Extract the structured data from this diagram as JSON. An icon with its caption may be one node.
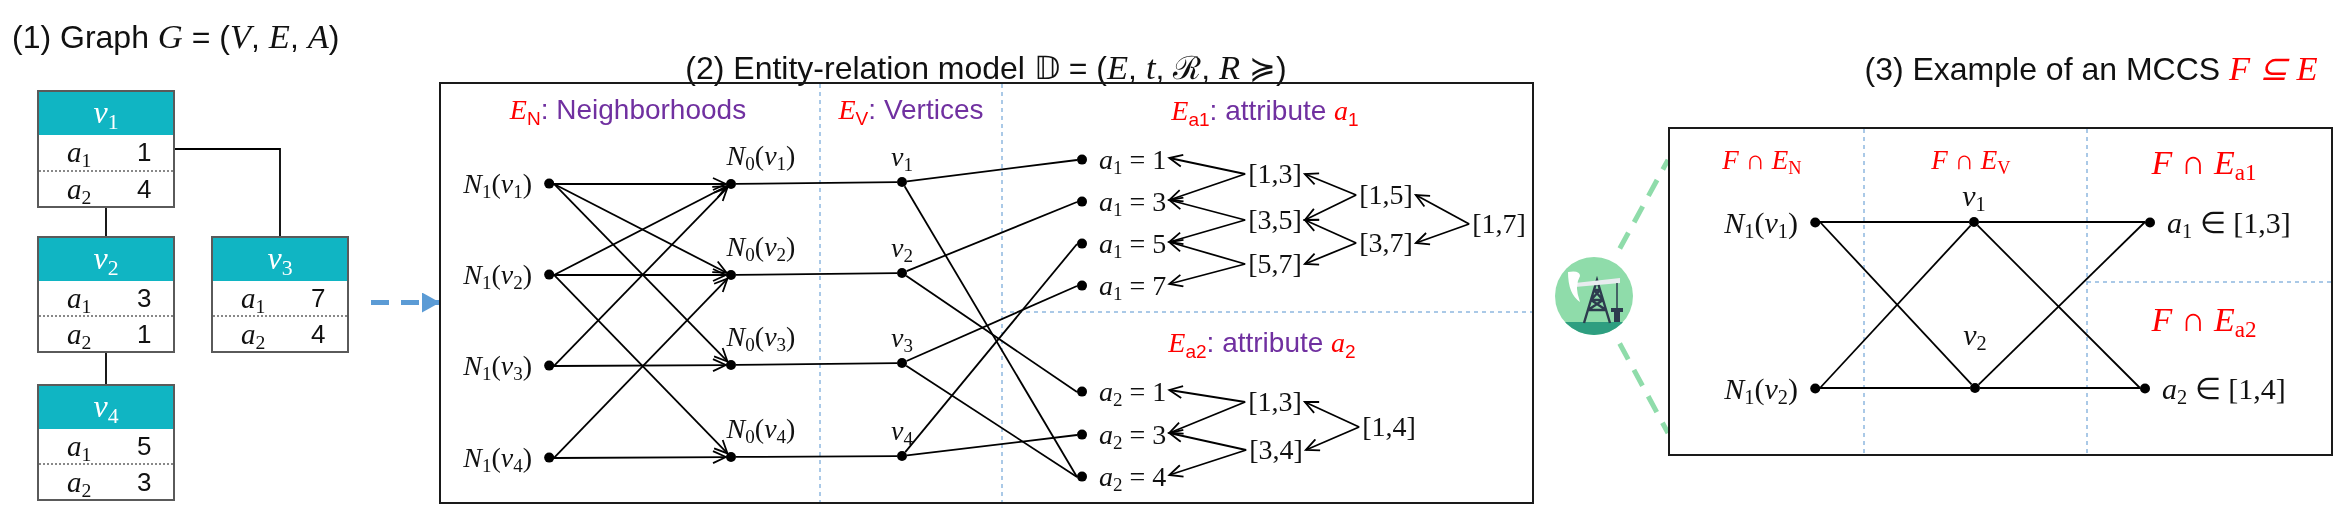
{
  "diagram": {
    "nodes": [
      {
        "text": [
          "*v*$_{1}$",
          "*a*$_{1}$",
          "1",
          "*a*$_{2}$",
          "4"
        ]
      },
      {
        "text": [
          "*v*$_{2}$",
          "*a*$_{1}$",
          "3",
          "*a*$_{2}$",
          "1"
        ]
      },
      {
        "text": [
          "*v*$_{3}$",
          "*a*$_{1}$",
          "7",
          "*a*$_{2}$",
          "4"
        ]
      },
      {
        "text": [
          "*v*$_{4}$",
          "*a*$_{1}$",
          "5",
          "*a*$_{2}$",
          "3"
        ]
      },
      {
        "text": [
          "*E*$_{N}$: Neighborhoods",
          "*E*$_{V}$: Vertices",
          "*E*$_{a1}$: attribute *a*$_{1}$",
          "*E*$_{a2}$: attribute *a*$_{2}$"
        ]
      },
      {
        "text": [
          "*N*$_{1}$(*v*$_{1}$)"
        ],
        "in": 4
      },
      {
        "text": [
          "*N*$_{1}$(*v*$_{2}$)"
        ],
        "in": 4
      },
      {
        "text": [
          "*N*$_{1}$(*v*$_{3}$)"
        ],
        "in": 4
      },
      {
        "text": [
          "*N*$_{1}$(*v*$_{4}$)"
        ],
        "in": 4
      },
      {
        "text": [],
        "shape": "circle",
        "beside": [
          "*N*$_{0}$(*v*$_{1}$)"
        ],
        "in": 4
      },
      {
        "text": [],
        "shape": "circle",
        "beside": [
          "*N*$_{0}$(*v*$_{2}$)"
        ],
        "in": 4
      },
      {
        "text": [],
        "shape": "circle",
        "beside": [
          "*N*$_{0}$(*v*$_{3}$)"
        ],
        "in": 4
      },
      {
        "text": [],
        "shape": "circle",
        "beside": [
          "*N*$_{0}$(*v*$_{4}$)"
        ],
        "in": 4
      },
      {
        "text": [],
        "shape": "circle",
        "beside": [
          "*v*$_{1}$"
        ],
        "in": 4
      },
      {
        "text": [],
        "shape": "circle",
        "beside": [
          "*v*$_{2}$"
        ],
        "in": 4
      },
      {
        "text": [],
        "shape": "circle",
        "beside": [
          "*v*$_{3}$"
        ],
        "in": 4
      },
      {
        "text": [],
        "shape": "circle",
        "beside": [
          "*v*$_{4}$"
        ],
        "in": 4
      },
      {
        "text": [
          "*a*$_{1}$ = 1"
        ],
        "in": 4
      },
      {
        "text": [
          "*a*$_{1}$ = 3"
        ],
        "in": 4
      },
      {
        "text": [
          "*a*$_{1}$ = 5"
        ],
        "in": 4
      },
      {
        "text": [
          "*a*$_{1}$ = 7"
        ],
        "in": 4
      },
      {
        "text": [
          "[1,3]"
        ],
        "in": 4
      },
      {
        "text": [
          "[3,5]"
        ],
        "in": 4
      },
      {
        "text": [
          "[5,7]"
        ],
        "in": 4
      },
      {
        "text": [
          "[1,5]"
        ],
        "in": 4
      },
      {
        "text": [
          "[3,7]"
        ],
        "in": 4
      },
      {
        "text": [
          "[1,7]"
        ],
        "in": 4
      },
      {
        "text": [
          "*a*$_{2}$ = 1"
        ],
        "in": 4
      },
      {
        "text": [
          "*a*$_{2}$ = 3"
        ],
        "in": 4
      },
      {
        "text": [
          "*a*$_{2}$ = 4"
        ],
        "in": 4
      },
      {
        "text": [
          "[1,3]"
        ],
        "in": 4
      },
      {
        "text": [
          "[3,4]"
        ],
        "in": 4
      },
      {
        "text": [
          "[1,4]"
        ],
        "in": 4
      },
      {
        "text": [],
        "shape": "picture"
      },
      {
        "text": [
          "*F* ∩ *E*$_{N}$",
          "*F* ∩ *E*$_{V}$",
          "*F* ∩ *E*$_{a1}$",
          "*F* ∩ *E*$_{a2}$"
        ]
      },
      {
        "text": [
          "*N*$_{1}$(*v*$_{1}$)"
        ],
        "in": 34
      },
      {
        "text": [
          "*N*$_{1}$(*v*$_{2}$)"
        ],
        "in": 34
      },
      {
        "text": [],
        "shape": "circle",
        "beside": [
          "*v*$_{1}$"
        ],
        "in": 34
      },
      {
        "text": [],
        "shape": "circle",
        "beside": [
          "*v*$_{2}$"
        ],
        "in": 34
      },
      {
        "text": [
          "*a*$_{1}$ ∈ [1,3]"
        ],
        "in": 34
      },
      {
        "text": [
          "*a*$_{2}$ ∈ [1,4]"
        ],
        "in": 34
      }
    ],
    "edges": [
      {
        "from": 0,
        "to": 1,
        "arrow": "none"
      },
      {
        "from": 0,
        "to": 2,
        "arrow": "none"
      },
      {
        "from": 1,
        "to": 3,
        "arrow": "none"
      },
      {
        "from": 2,
        "to": 4,
        "arrow": "to",
        "style": "dashed",
        "color": "#5b9bd5"
      },
      {
        "from": 5,
        "to": 9,
        "arrow": "to"
      },
      {
        "from": 5,
        "to": 10,
        "arrow": "to"
      },
      {
        "from": 5,
        "to": 11,
        "arrow": "to"
      },
      {
        "from": 6,
        "to": 9,
        "arrow": "to"
      },
      {
        "from": 6,
        "to": 10,
        "arrow": "to"
      },
      {
        "from": 6,
        "to": 12,
        "arrow": "to"
      },
      {
        "from": 7,
        "to": 9,
        "arrow": "to"
      },
      {
        "from": 7,
        "to": 11,
        "arrow": "to"
      },
      {
        "from": 8,
        "to": 10,
        "arrow": "to"
      },
      {
        "from": 8,
        "to": 12,
        "arrow": "to"
      },
      {
        "from": 9,
        "to": 13,
        "arrow": "none"
      },
      {
        "from": 10,
        "to": 14,
        "arrow": "none"
      },
      {
        "from": 11,
        "to": 15,
        "arrow": "none"
      },
      {
        "from": 12,
        "to": 16,
        "arrow": "none"
      },
      {
        "from": 13,
        "to": 17,
        "arrow": "none"
      },
      {
        "from": 13,
        "to": 29,
        "arrow": "none"
      },
      {
        "from": 14,
        "to": 18,
        "arrow": "none"
      },
      {
        "from": 14,
        "to": 27,
        "arrow": "none"
      },
      {
        "from": 15,
        "to": 20,
        "arrow": "none"
      },
      {
        "from": 15,
        "to": 29,
        "arrow": "none"
      },
      {
        "from": 16,
        "to": 19,
        "arrow": "none"
      },
      {
        "from": 16,
        "to": 28,
        "arrow": "none"
      },
      {
        "from": 21,
        "to": 17,
        "arrow": "to"
      },
      {
        "from": 21,
        "to": 18,
        "arrow": "to"
      },
      {
        "from": 22,
        "to": 18,
        "arrow": "to"
      },
      {
        "from": 22,
        "to": 19,
        "arrow": "to"
      },
      {
        "from": 23,
        "to": 19,
        "arrow": "to"
      },
      {
        "from": 23,
        "to": 20,
        "arrow": "to"
      },
      {
        "from": 24,
        "to": 21,
        "arrow": "to"
      },
      {
        "from": 24,
        "to": 22,
        "arrow": "to"
      },
      {
        "from": 25,
        "to": 22,
        "arrow": "to"
      },
      {
        "from": 25,
        "to": 23,
        "arrow": "to"
      },
      {
        "from": 26,
        "to": 24,
        "arrow": "to"
      },
      {
        "from": 26,
        "to": 25,
        "arrow": "to"
      },
      {
        "from": 30,
        "to": 27,
        "arrow": "to"
      },
      {
        "from": 30,
        "to": 28,
        "arrow": "to"
      },
      {
        "from": 31,
        "to": 28,
        "arrow": "to"
      },
      {
        "from": 31,
        "to": 29,
        "arrow": "to"
      },
      {
        "from": 32,
        "to": 30,
        "arrow": "to"
      },
      {
        "from": 32,
        "to": 31,
        "arrow": "to"
      },
      {
        "from": 33,
        "to": 34,
        "arrow": "none",
        "style": "dashed",
        "color": "#8fdcaa"
      },
      {
        "from": 33,
        "to": 34,
        "arrow": "none",
        "style": "dashed",
        "color": "#8fdcaa"
      },
      {
        "from": 35,
        "to": 37,
        "arrow": "none"
      },
      {
        "from": 35,
        "to": 38,
        "arrow": "none"
      },
      {
        "from": 36,
        "to": 37,
        "arrow": "none"
      },
      {
        "from": 36,
        "to": 38,
        "arrow": "none"
      },
      {
        "from": 37,
        "to": 39,
        "arrow": "none"
      },
      {
        "from": 37,
        "to": 40,
        "arrow": "none"
      },
      {
        "from": 38,
        "to": 39,
        "arrow": "none"
      },
      {
        "from": 38,
        "to": 40,
        "arrow": "none"
      }
    ],
    "labels": [
      "(1) Graph *G* = (*V*, *E*, *A*)",
      "(2) Entity-relation model 𝔻 = (*E*, *t*, ℛ, *R* ≽)",
      "(3) Example of an MCCS *F ⊆ E*"
    ]
  }
}
